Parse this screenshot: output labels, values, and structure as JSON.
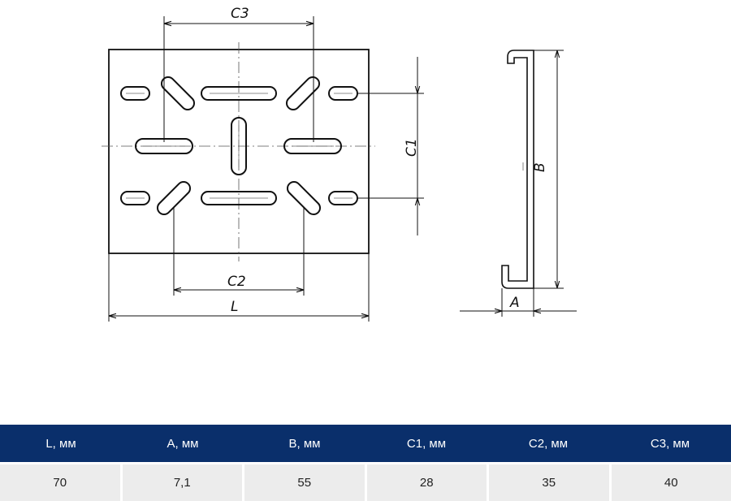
{
  "drawing": {
    "labels": {
      "c3": "C3",
      "c1": "C1",
      "c2": "C2",
      "l": "L",
      "b": "B",
      "a": "A"
    },
    "colors": {
      "line": "#111111",
      "center_line": "#555555"
    }
  },
  "table": {
    "header_color": "#0a2f6b",
    "cell_color": "#ececec",
    "headers": [
      "L, мм",
      "A, мм",
      "B, мм",
      "C1, мм",
      "C2, мм",
      "C3, мм"
    ],
    "values": [
      "70",
      "7,1",
      "55",
      "28",
      "35",
      "40"
    ]
  }
}
